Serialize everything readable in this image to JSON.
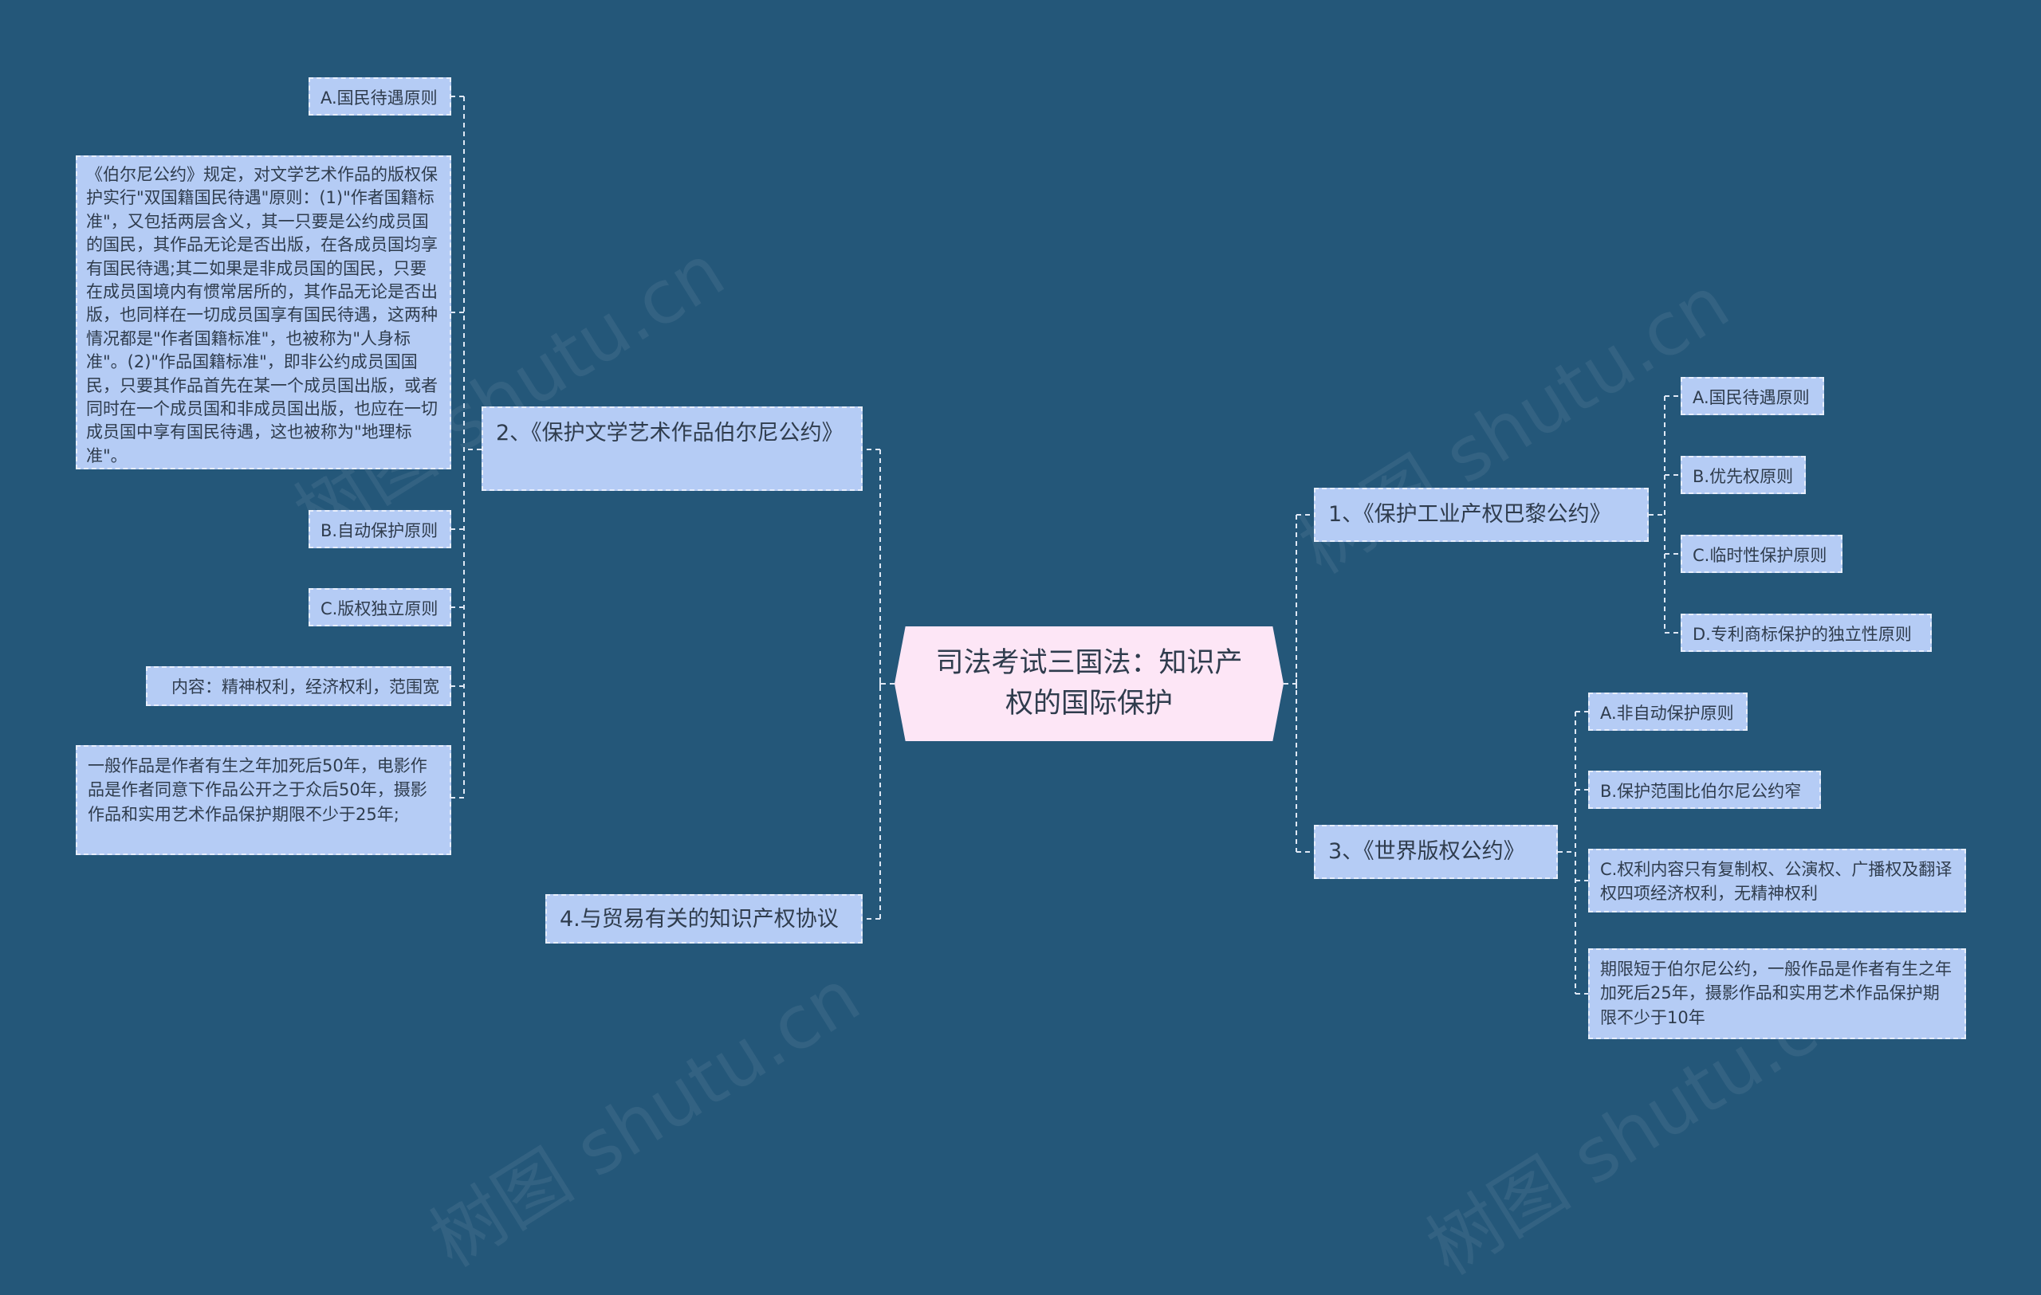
{
  "root": {
    "title": "司法考试三国法：知识产权的国际保护"
  },
  "watermark": "树图 shutu.cn",
  "left": {
    "berne": {
      "label": "2、《保护文学艺术作品伯尔尼公约》",
      "items": {
        "a": "A.国民待遇原则",
        "detail": "《伯尔尼公约》规定，对文学艺术作品的版权保护实行\"双国籍国民待遇\"原则：(1)\"作者国籍标准\"，又包括两层含义，其一只要是公约成员国的国民，其作品无论是否出版，在各成员国均享有国民待遇;其二如果是非成员国的国民，只要在成员国境内有惯常居所的，其作品无论是否出版，也同样在一切成员国享有国民待遇，这两种情况都是\"作者国籍标准\"，也被称为\"人身标准\"。(2)\"作品国籍标准\"，即非公约成员国国民，只要其作品首先在某一个成员国出版，或者同时在一个成员国和非成员国出版，也应在一切成员国中享有国民待遇，这也被称为\"地理标准\"。",
        "b": "B.自动保护原则",
        "c": "C.版权独立原则",
        "content": "内容：精神权利，经济权利，范围宽",
        "term": "一般作品是作者有生之年加死后50年，电影作品是作者同意下作品公开之于众后50年，摄影作品和实用艺术作品保护期限不少于25年;"
      }
    },
    "trips": {
      "label": "4.与贸易有关的知识产权协议"
    }
  },
  "right": {
    "paris": {
      "label": "1、《保护工业产权巴黎公约》",
      "items": {
        "a": "A.国民待遇原则",
        "b": "B.优先权原则",
        "c": "C.临时性保护原则",
        "d": "D.专利商标保护的独立性原则"
      }
    },
    "ucc": {
      "label": "3、《世界版权公约》",
      "items": {
        "a": "A.非自动保护原则",
        "b": "B.保护范围比伯尔尼公约窄",
        "c": "C.权利内容只有复制权、公演权、广播权及翻译权四项经济权利，无精神权利",
        "d": "期限短于伯尔尼公约，一般作品是作者有生之年加死后25年，摄影作品和实用艺术作品保护期限不少于10年"
      }
    }
  },
  "colors": {
    "background": "#245779",
    "node": "#b5ccf5",
    "root": "#fde6f6",
    "connector": "#dfe8f5",
    "text": "#2f3c4d"
  }
}
